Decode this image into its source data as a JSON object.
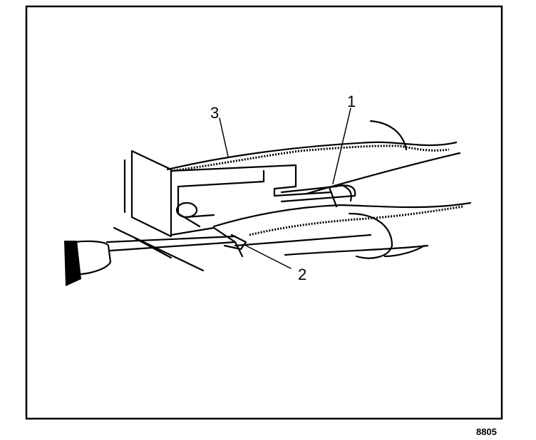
{
  "callouts": {
    "label_1": "1",
    "label_2": "2",
    "label_3": "3"
  },
  "figure_id": "8805",
  "colors": {
    "ink": "#000000",
    "paper": "#ffffff"
  }
}
